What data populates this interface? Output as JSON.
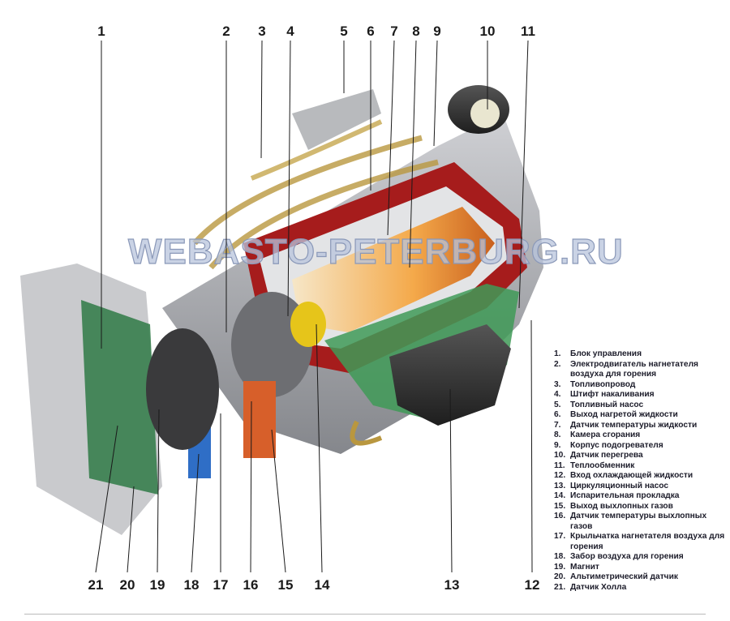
{
  "watermark": "WEBASTO-PETERBURG.RU",
  "top_callouts": [
    "1",
    "2",
    "3",
    "4",
    "5",
    "6",
    "7",
    "8",
    "9",
    "10",
    "11"
  ],
  "bottom_callouts": [
    "21",
    "20",
    "19",
    "18",
    "17",
    "16",
    "15",
    "14",
    "13",
    "12"
  ],
  "legend": [
    {
      "n": "1.",
      "t": "Блок управления"
    },
    {
      "n": "2.",
      "t": "Электродвигатель нагнетателя воздуха для горения"
    },
    {
      "n": "3.",
      "t": "Топливопровод"
    },
    {
      "n": "4.",
      "t": "Штифт накаливания"
    },
    {
      "n": "5.",
      "t": "Топливный насос"
    },
    {
      "n": "6.",
      "t": "Выход нагретой жидкости"
    },
    {
      "n": "7.",
      "t": "Датчик температуры жидкости"
    },
    {
      "n": "8.",
      "t": "Камера сгорания"
    },
    {
      "n": "9.",
      "t": "Корпус подогревателя"
    },
    {
      "n": "10.",
      "t": "Датчик перегрева"
    },
    {
      "n": "11.",
      "t": "Теплообменник"
    },
    {
      "n": "12.",
      "t": "Вход охлаждающей жидкости"
    },
    {
      "n": "13.",
      "t": "Циркуляционный насос"
    },
    {
      "n": "14.",
      "t": "Испарительная прокладка"
    },
    {
      "n": "15.",
      "t": "Выход выхлопных газов"
    },
    {
      "n": "16.",
      "t": "Датчик температуры выхлопных газов"
    },
    {
      "n": "17.",
      "t": "Крыльчатка нагнетателя воздуха для горения"
    },
    {
      "n": "18.",
      "t": "Забор воздуха для горения"
    },
    {
      "n": "19.",
      "t": "Магнит"
    },
    {
      "n": "20.",
      "t": "Альтиметрический датчик"
    },
    {
      "n": "21.",
      "t": "Датчик Холла"
    }
  ]
}
